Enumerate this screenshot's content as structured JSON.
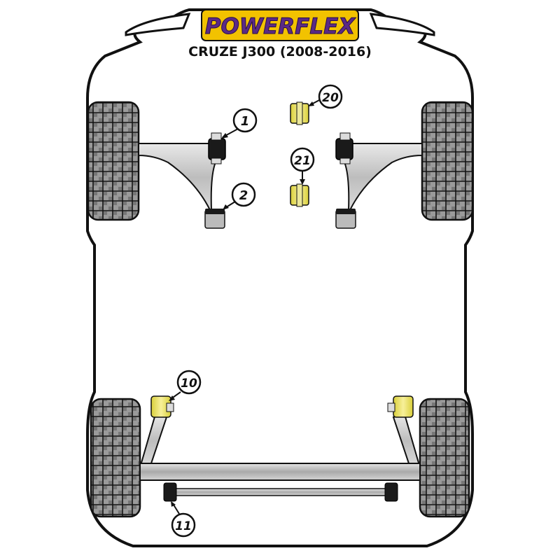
{
  "brand": {
    "logo_text": "POWERFLEX",
    "logo_color": "#5b2a86",
    "logo_bg": "#f2c200"
  },
  "model": {
    "title": "CRUZE J300 (2008-2016)"
  },
  "callouts": [
    {
      "label": "1"
    },
    {
      "label": "2"
    },
    {
      "label": "20"
    },
    {
      "label": "21"
    },
    {
      "label": "10"
    },
    {
      "label": "11"
    }
  ],
  "colors": {
    "bush_yellow": "#f2e86b",
    "bush_black": "#1a1a1a",
    "arm_grey": "#c8c8c8",
    "tyre_grey": "#8f8f8f",
    "outline": "#111111"
  }
}
